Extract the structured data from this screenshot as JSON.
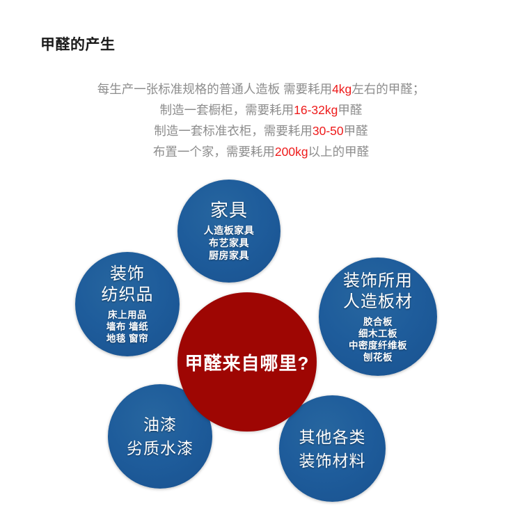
{
  "heading": {
    "title": "甲醛的产生"
  },
  "intro": {
    "lines": [
      {
        "parts": [
          {
            "text": "每生产一张标准规格的普通人造板 需要耗用",
            "highlight": false
          },
          {
            "text": "4kg",
            "highlight": true
          },
          {
            "text": "左右的甲醛；",
            "highlight": false
          }
        ]
      },
      {
        "parts": [
          {
            "text": "制造一套橱柜，需要耗用",
            "highlight": false
          },
          {
            "text": "16-32kg",
            "highlight": true
          },
          {
            "text": "甲醛",
            "highlight": false
          }
        ]
      },
      {
        "parts": [
          {
            "text": "制造一套标准衣柜，需要耗用",
            "highlight": false
          },
          {
            "text": "30-50",
            "highlight": true
          },
          {
            "text": "甲醛",
            "highlight": false
          }
        ]
      },
      {
        "parts": [
          {
            "text": "布置一个家，需要耗用",
            "highlight": false
          },
          {
            "text": "200kg",
            "highlight": true
          },
          {
            "text": "以上的甲醛",
            "highlight": false
          }
        ]
      }
    ]
  },
  "diagram": {
    "hub": {
      "label": "甲醛来自哪里?",
      "color": "#9e0603"
    },
    "bubble_color": "#1e5c9b",
    "bubbles": [
      {
        "id": "furniture",
        "title": "家具",
        "items": [
          "人造板家具",
          "布艺家具",
          "厨房家具"
        ]
      },
      {
        "id": "textiles",
        "title": "装饰\n纺织品",
        "items": [
          "床上用品",
          "墙布 墙纸",
          "地毯 窗帘"
        ]
      },
      {
        "id": "panels",
        "title": "装饰所用\n人造板材",
        "items": [
          "胶合板",
          "细木工板",
          "中密度纤维板",
          "刨花板"
        ]
      },
      {
        "id": "paint",
        "title": "油漆\n劣质水漆",
        "items": []
      },
      {
        "id": "other",
        "title": "其他各类\n装饰材料",
        "items": []
      }
    ]
  }
}
